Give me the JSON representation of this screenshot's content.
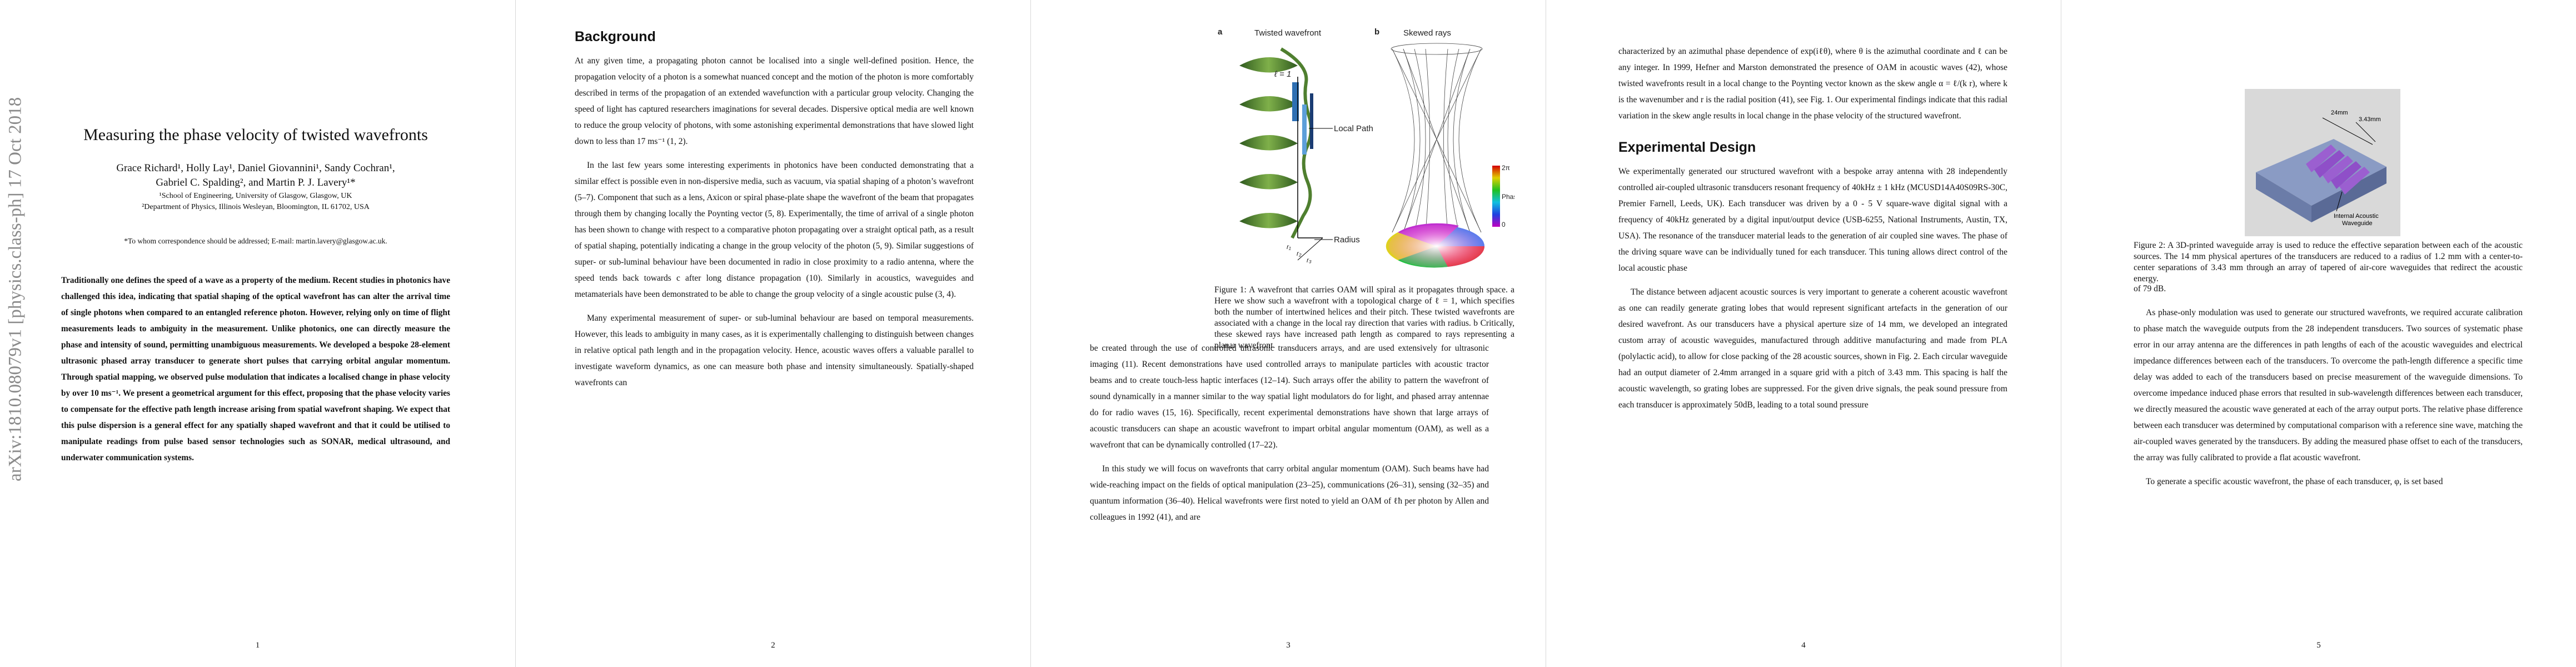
{
  "sidebar": {
    "arxiv_id": "arXiv:1810.08079v1  [physics.class-ph]  17 Oct 2018"
  },
  "page1": {
    "title": "Measuring the phase velocity of twisted wavefronts",
    "authors_line1": "Grace Richard¹, Holly Lay¹, Daniel Giovannini¹, Sandy Cochran¹,",
    "authors_line2": "Gabriel C. Spalding², and Martin P. J. Lavery¹*",
    "affiliation1": "¹School of Engineering, University of Glasgow, Glasgow, UK",
    "affiliation2": "²Department of Physics, Illinois Wesleyan, Bloomington, IL 61702, USA",
    "correspondence": "*To whom correspondence should be addressed; E-mail: martin.lavery@glasgow.ac.uk.",
    "abstract": "Traditionally one defines the speed of a wave as a property of the medium. Recent studies in photonics have challenged this idea, indicating that spatial shaping of the optical wavefront has can alter the arrival time of single photons when compared to an entangled reference photon. However, relying only on time of flight measurements leads to ambiguity in the measurement. Unlike photonics, one can directly measure the phase and intensity of sound, permitting unambiguous measurements. We developed a bespoke 28-element ultrasonic phased array transducer to generate short pulses that carrying orbital angular momentum. Through spatial mapping, we observed pulse modulation that indicates a localised change in phase velocity by over 10 ms⁻¹. We present a geometrical argument for this effect, proposing that the phase velocity varies to compensate for the effective path length increase arising from spatial wavefront shaping. We expect that this pulse dispersion is a general effect for any spatially shaped wavefront and that it could be utilised to manipulate readings from pulse based sensor technologies such as SONAR, medical ultrasound, and underwater communication systems.",
    "page_number": "1"
  },
  "page2": {
    "heading": "Background",
    "para1": "At any given time, a propagating photon cannot be localised into a single well-defined position. Hence, the propagation velocity of a photon is a somewhat nuanced concept and the motion of the photon is more comfortably described in terms of the propagation of an extended wavefunction with a particular group velocity. Changing the speed of light has captured researchers imaginations for several decades. Dispersive optical media are well known to reduce the group velocity of photons, with some astonishing experimental demonstrations that have slowed light down to less than 17 ms⁻¹ (1, 2).",
    "para2": "In the last few years some interesting experiments in photonics have been conducted demonstrating that a similar effect is possible even in non-dispersive media, such as vacuum, via spatial shaping of a photon’s wavefront (5–7). Component that such as a lens, Axicon or spiral phase-plate shape the wavefront of the beam that propagates through them by changing locally the Poynting vector (5, 8). Experimentally, the time of arrival of a single photon has been shown to change with respect to a comparative photon propagating over a straight optical path, as a result of spatial shaping, potentially indicating a change in the group velocity of the photon (5, 9). Similar suggestions of super- or sub-luminal behaviour have been documented in radio in close proximity to a radio antenna, where the speed tends back towards c after long distance propagation (10). Similarly in acoustics, waveguides and metamaterials have been demonstrated to be able to change the group velocity of a single acoustic pulse (3, 4).",
    "para3": "Many experimental measurement of super- or sub-luminal behaviour are based on temporal measurements. However, this leads to ambiguity in many cases, as it is experimentally challenging to distinguish between changes in relative optical path length and in the propagation velocity. Hence, acoustic waves offers a valuable parallel to investigate waveform dynamics, as one can measure both phase and intensity simultaneously. Spatially-shaped wavefronts can",
    "page_number": "2"
  },
  "page3": {
    "fig_label_a": "a",
    "fig_label_b": "b",
    "fig_title_a": "Twisted wavefront",
    "fig_title_b": "Skewed rays",
    "ell_label": "ℓ = 1",
    "local_path": "Local Path",
    "radius": "Radius",
    "r1": "r₁",
    "r2": "r₂",
    "r3": "r₃",
    "phase_max": "2π",
    "phase_mid": "Phase",
    "phase_min": "0",
    "caption": "Figure 1: A wavefront that carries OAM will spiral as it propagates through space. a Here we show such a wavefront with a topological charge of ℓ = 1, which specifies both the number of intertwined helices and their pitch. These twisted wavefronts are associated with a change in the local ray direction that varies with radius. b Critically, these skewed rays have increased path length as compared to rays representing a planar wavefront.",
    "para1": "be created through the use of controlled ultrasonic transducers arrays, and are used extensively for ultrasonic imaging (11). Recent demonstrations have used controlled arrays to manipulate particles with acoustic tractor beams and to create touch-less haptic interfaces (12–14). Such arrays offer the ability to pattern the wavefront of sound dynamically in a manner similar to the way spatial light modulators do for light, and phased array antennae do for radio waves (15, 16). Specifically, recent experimental demonstrations have shown that large arrays of acoustic transducers can shape an acoustic wavefront to impart orbital angular momentum (OAM), as well as a wavefront that can be dynamically controlled (17–22).",
    "para2": "In this study we will focus on wavefronts that carry orbital angular momentum (OAM). Such beams have had wide-reaching impact on the fields of optical manipulation (23–25), communications (26–31), sensing (32–35) and quantum information (36–40). Helical wavefronts were first noted to yield an OAM of ℓħ per photon by Allen and colleagues in 1992 (41), and are",
    "page_number": "3"
  },
  "page4": {
    "para0": "characterized by an azimuthal phase dependence of exp(iℓθ), where θ is the azimuthal coordinate and ℓ can be any integer. In 1999, Hefner and Marston demonstrated the presence of OAM in acoustic waves (42), whose twisted wavefronts result in a local change to the Poynting vector known as the skew angle α = ℓ/(k r), where k is the wavenumber and r is the radial position (41), see Fig. 1. Our experimental findings indicate that this radial variation in the skew angle results in local change in the phase velocity of the structured wavefront.",
    "heading": "Experimental Design",
    "para1": "We experimentally generated our structured wavefront with a bespoke array antenna with 28 independently controlled air-coupled ultrasonic transducers resonant frequency of 40kHz ± 1 kHz (MCUSD14A40S09RS-30C, Premier Farnell, Leeds, UK). Each transducer was driven by a 0 - 5 V square-wave digital signal with a frequency of 40kHz generated by a digital input/output device (USB-6255, National Instruments, Austin, TX, USA). The resonance of the transducer material leads to the generation of air coupled sine waves. The phase of the driving square wave can be individually tuned for each transducer. This tuning allows direct control of the local acoustic phase",
    "para2": "The distance between adjacent acoustic sources is very important to generate a coherent acoustic wavefront as one can readily generate grating lobes that would represent significant artefacts in the generation of our desired wavefront. As our transducers have a physical aperture size of 14 mm, we developed an integrated custom array of acoustic waveguides, manufactured through additive manufacturing and made from PLA (polylactic acid), to allow for close packing of the 28 acoustic sources, shown in Fig. 2. Each circular waveguide had an output diameter of 2.4mm arranged in a square grid with a pitch of 3.43 mm. This spacing is half the acoustic wavelength, so grating lobes are suppressed. For the given drive signals, the peak sound pressure from each transducer is approximately 50dB, leading to a total sound pressure",
    "page_number": "4"
  },
  "page5": {
    "dim_24": "24mm",
    "dim_343": "3.43mm",
    "waveguide_label_1": "Internal Acoustic",
    "waveguide_label_2": "Waveguide",
    "caption": "Figure 2: A 3D-printed waveguide array is used to reduce the effective separation between each of the acoustic sources. The 14 mm physical apertures of the transducers are reduced to a radius of 1.2 mm with a center-to-center separations of 3.43 mm through an array of tapered of air-core waveguides that redirect the acoustic energy.",
    "para0": "of 79 dB.",
    "para1": "As phase-only modulation was used to generate our structured wavefronts, we required accurate calibration to phase match the waveguide outputs from the 28 independent transducers. Two sources of systematic phase error in our array antenna are the differences in path lengths of each of the acoustic waveguides and electrical impedance differences between each of the transducers. To overcome the path-length difference a specific time delay was added to each of the transducers based on precise measurement of the waveguide dimensions. To overcome impedance induced phase errors that resulted in sub-wavelength differences between each transducer, we directly measured the acoustic wave generated at each of the array output ports. The relative phase difference between each transducer was determined by computational comparison with a reference sine wave, matching the air-coupled waves generated by the transducers. By adding the measured phase offset to each of the transducers, the array was fully calibrated to provide a flat acoustic wavefront.",
    "para2": "To generate a specific acoustic wavefront, the phase of each transducer, φ, is set based",
    "page_number": "5"
  }
}
